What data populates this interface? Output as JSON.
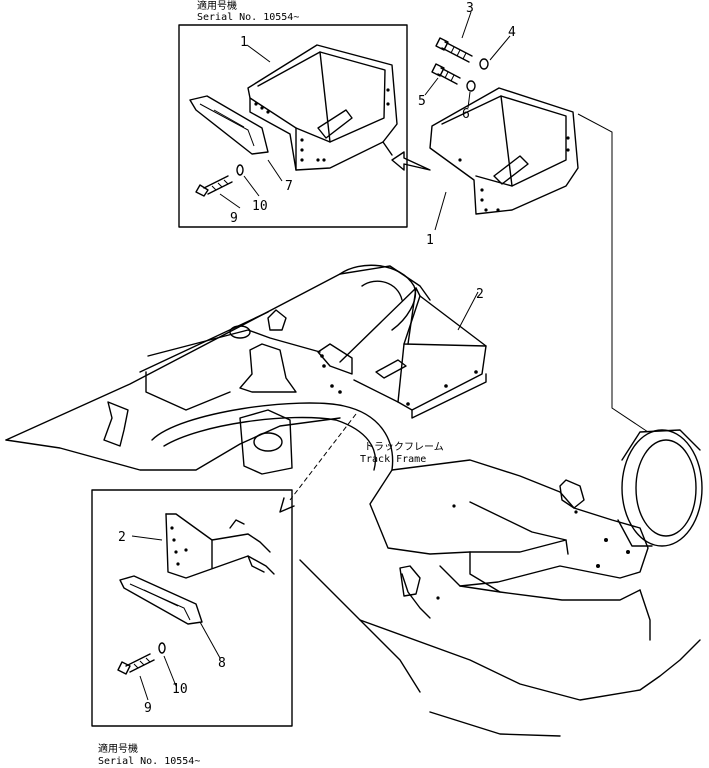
{
  "top_caption": {
    "jp": "適用号機",
    "serial": "Serial No. 10554~"
  },
  "bottom_caption": {
    "jp": "適用号機",
    "serial": "Serial No. 10554~"
  },
  "track_frame": {
    "jp": "トラックフレーム",
    "en": "Track Frame"
  },
  "callouts": {
    "c1_inset": "1",
    "c1_main": "1",
    "c2_main": "2",
    "c2_inset": "2",
    "c3": "3",
    "c4": "4",
    "c5": "5",
    "c6": "6",
    "c7": "7",
    "c8": "8",
    "c9_top": "9",
    "c10_top": "10",
    "c9_bottom": "9",
    "c10_bottom": "10"
  }
}
